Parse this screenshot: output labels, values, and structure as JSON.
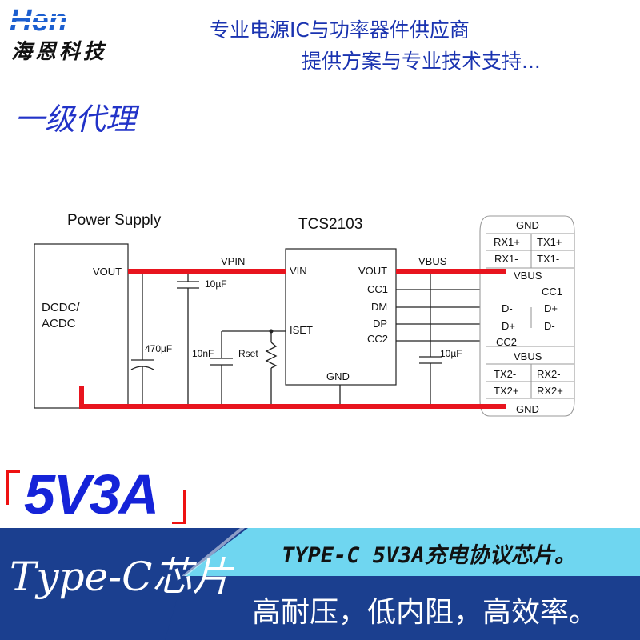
{
  "header": {
    "logo_text": "Hen",
    "company_cn": "海恩科技",
    "slogan_line1": "专业电源IC与功率器件供应商",
    "slogan_line2": "提供方案与专业技术支持..."
  },
  "agent_label": "一级代理",
  "diagram": {
    "power_supply_title": "Power Supply",
    "chip_name": "TCS2103",
    "psu_block_label_1": "DCDC/",
    "psu_block_label_2": "ACDC",
    "psu_vout": "VOUT",
    "net_vpin": "VPIN",
    "net_vbus": "VBUS",
    "cap_10uf_in": "10µF",
    "cap_470uf": "470µF",
    "cap_10nf": "10nF",
    "res_rset": "Rset",
    "cap_10uf_out": "10µF",
    "chip_pins": {
      "vin": "VIN",
      "iset": "ISET",
      "gnd": "GND",
      "vout": "VOUT",
      "cc1": "CC1",
      "dm": "DM",
      "dp": "DP",
      "cc2": "CC2"
    },
    "connector": {
      "top_gnd": "GND",
      "rx1p": "RX1+",
      "tx1p": "TX1+",
      "rx1m": "RX1-",
      "tx1m": "TX1-",
      "vbus_top": "VBUS",
      "cc1": "CC1",
      "dminus": "D-",
      "dplus_right": "D+",
      "dplus": "D+",
      "dminus_right": "D-",
      "cc2": "CC2",
      "vbus_bottom": "VBUS",
      "tx2m": "TX2-",
      "rx2m": "RX2-",
      "tx2p": "TX2+",
      "rx2p": "RX2+",
      "bottom_gnd": "GND"
    }
  },
  "badge": "5V3A",
  "banner": {
    "typec_label": "Type-C芯片",
    "description": "TYPE-C 5V3A充电协议芯片。",
    "features": "高耐压，低内阻，高效率。"
  },
  "colors": {
    "power_line": "#e8141e",
    "slogan": "#1a33b0",
    "agent": "#2233c8",
    "badge": "#1523d8",
    "banner_light": "#6fd6f0",
    "banner_dark": "#1b3f8f"
  }
}
